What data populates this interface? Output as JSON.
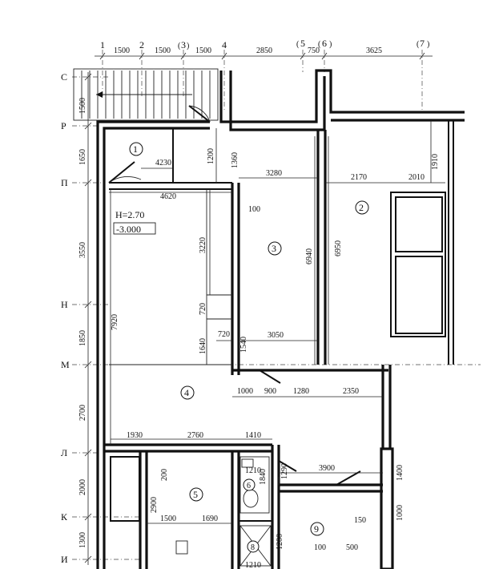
{
  "axes_top": [
    "1",
    "2",
    "3",
    "4",
    "5",
    "6",
    "7"
  ],
  "axes_left": [
    "С",
    "Р",
    "П",
    "Н",
    "М",
    "Л",
    "К",
    "И"
  ],
  "dims_top": [
    "1500",
    "1500",
    "1500",
    "2850",
    "750",
    "3625"
  ],
  "dims_left": [
    "1500",
    "1650",
    "3550",
    "1850",
    "2700",
    "2000",
    "1300"
  ],
  "rooms": [
    "1",
    "2",
    "3",
    "4",
    "5",
    "6",
    "8",
    "9"
  ],
  "height_label": "H=2.70",
  "level_label": "-3.000",
  "dims_inner": {
    "d4230": "4230",
    "d1200a": "1200",
    "d1360": "1360",
    "d3280": "3280",
    "d2170": "2170",
    "d2010": "2010",
    "d1910": "1910",
    "d4620": "4620",
    "d100a": "100",
    "d3220": "3220",
    "d6940": "6940",
    "d6950": "6950",
    "d7920": "7920",
    "d720a": "720",
    "d720b": "720",
    "d1640": "1640",
    "d1540": "1540",
    "d3050": "3050",
    "d1000a": "1000",
    "d900": "900",
    "d1280": "1280",
    "d2350": "2350",
    "d1930": "1930",
    "d2760": "2760",
    "d1410": "1410",
    "d200": "200",
    "d1210a": "1210",
    "d1840": "1840",
    "d1290": "1290",
    "d3900": "3900",
    "d1400": "1400",
    "d2900": "2900",
    "d1500b": "1500",
    "d1690": "1690",
    "d150": "150",
    "d1000b": "1000",
    "d1200b": "1200",
    "d100b": "100",
    "d500": "500",
    "d1210b": "1210"
  }
}
